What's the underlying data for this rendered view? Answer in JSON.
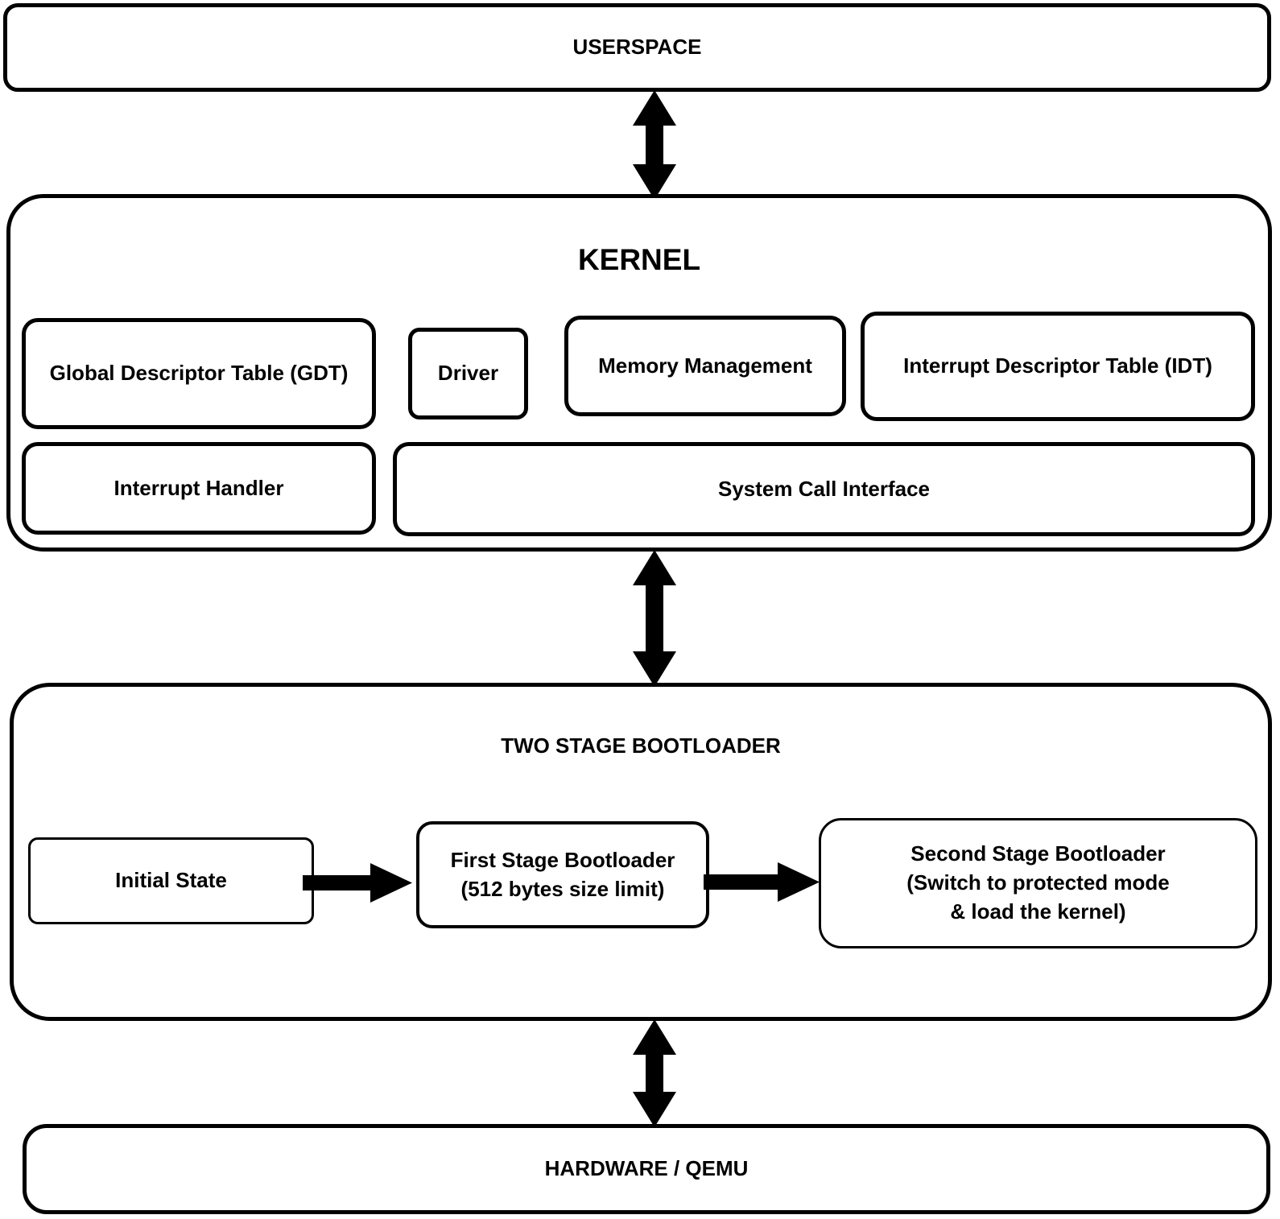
{
  "layers": {
    "userspace": {
      "label": "USERSPACE"
    },
    "kernel": {
      "title": "KERNEL",
      "components": {
        "gdt": {
          "label": "Global Descriptor Table (GDT)"
        },
        "driver": {
          "label": "Driver"
        },
        "memory_management": {
          "label": "Memory Management"
        },
        "idt": {
          "label": "Interrupt Descriptor Table (IDT)"
        },
        "interrupt_handler": {
          "label": "Interrupt Handler"
        },
        "system_call_interface": {
          "label": "System Call Interface"
        }
      }
    },
    "bootloader": {
      "title": "TWO STAGE BOOTLOADER",
      "steps": {
        "initial_state": {
          "label": "Initial State"
        },
        "first_stage": {
          "lines": [
            "First Stage Bootloader",
            "(512 bytes size limit)"
          ]
        },
        "second_stage": {
          "lines": [
            "Second Stage Bootloader",
            "(Switch to protected mode",
            "& load the kernel)"
          ]
        }
      }
    },
    "hardware": {
      "label": "HARDWARE / QEMU"
    }
  },
  "colors": {
    "stroke": "#000000",
    "fill": "#ffffff"
  }
}
